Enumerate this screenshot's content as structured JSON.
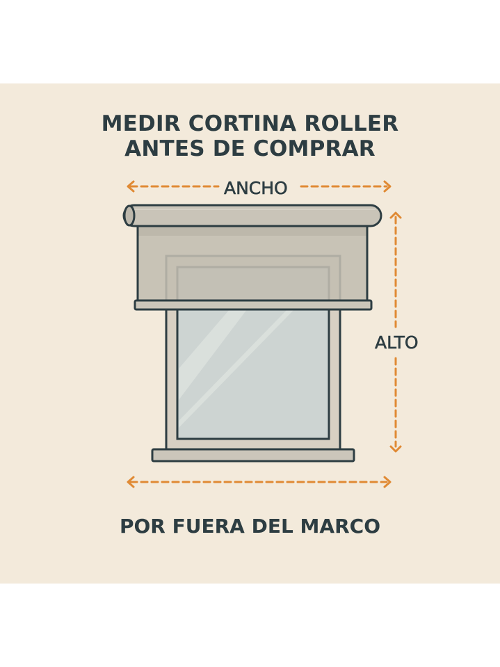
{
  "title": {
    "line1": "MEDIR CORTINA ROLLER",
    "line2": "ANTES DE COMPRAR"
  },
  "dimensions": {
    "width_label": "ANCHO",
    "height_label": "ALTO"
  },
  "footer": {
    "note": "POR FUERA DEL MARCO"
  },
  "colors": {
    "background": "#f3eadb",
    "outer_margin": "#ffffff",
    "text": "#2d3d42",
    "outline": "#2d3d42",
    "arrow_accent": "#e08a34",
    "roller_fill": "#c9c4b8",
    "blind_fill": "#c2bdb1",
    "frame_fill": "#d8d0c3",
    "glass_fill": "#cdd4d2",
    "sill_fill": "#cbc6ba"
  },
  "icons": {
    "arrow_left": "arrow-left-icon",
    "arrow_right": "arrow-right-icon",
    "arrow_up": "arrow-up-icon",
    "arrow_down": "arrow-down-icon"
  }
}
